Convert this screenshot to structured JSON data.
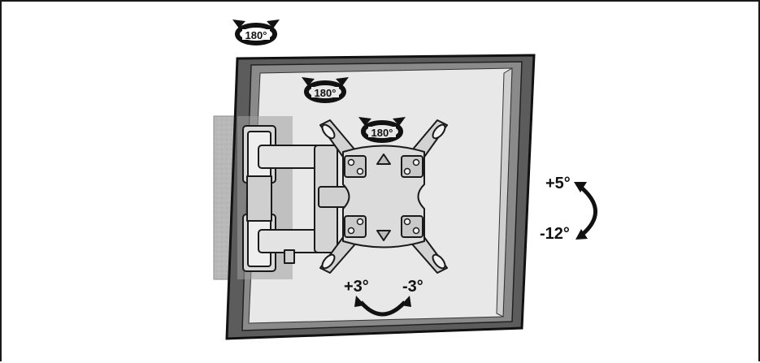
{
  "rotation_labels": {
    "top": "180°",
    "middle": "180°",
    "inner": "180°"
  },
  "tilt": {
    "up": "+5°",
    "down": "-12°"
  },
  "swivel": {
    "left": "+3°",
    "right": "-3°"
  },
  "colors": {
    "frame_dark": "#5a5a5a",
    "screen": "#e9e9e9",
    "wall": "#b5b5b5",
    "metal": "#d6d6d6",
    "stroke": "#1a1a1a"
  }
}
